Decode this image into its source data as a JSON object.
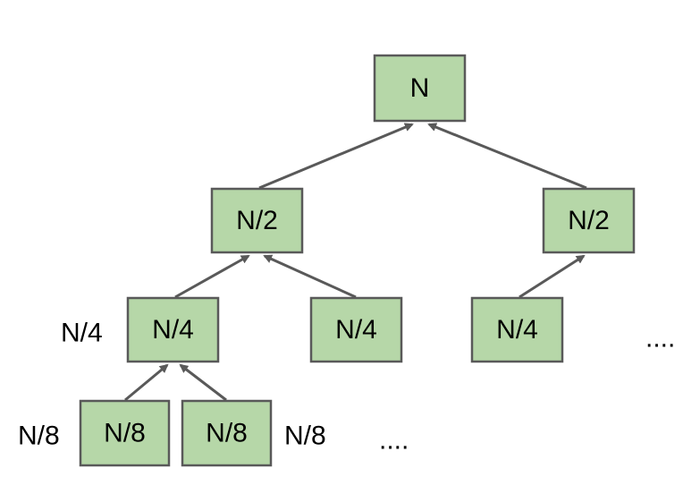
{
  "nodes": {
    "root": {
      "label": "N"
    },
    "n2_left": {
      "label": "N/2"
    },
    "n2_right": {
      "label": "N/2"
    },
    "n4_a": {
      "label": "N/4"
    },
    "n4_b": {
      "label": "N/4"
    },
    "n4_c": {
      "label": "N/4"
    },
    "n8_a": {
      "label": "N/8"
    },
    "n8_b": {
      "label": "N/8"
    }
  },
  "annotations": {
    "n4_left": "N/4",
    "n8_left": "N/8",
    "n8_right": "N/8",
    "ellipsis_right": "....",
    "ellipsis_bottom": "...."
  },
  "colors": {
    "node_fill": "#b6d7a8",
    "node_stroke": "#595959",
    "edge": "#595959"
  }
}
